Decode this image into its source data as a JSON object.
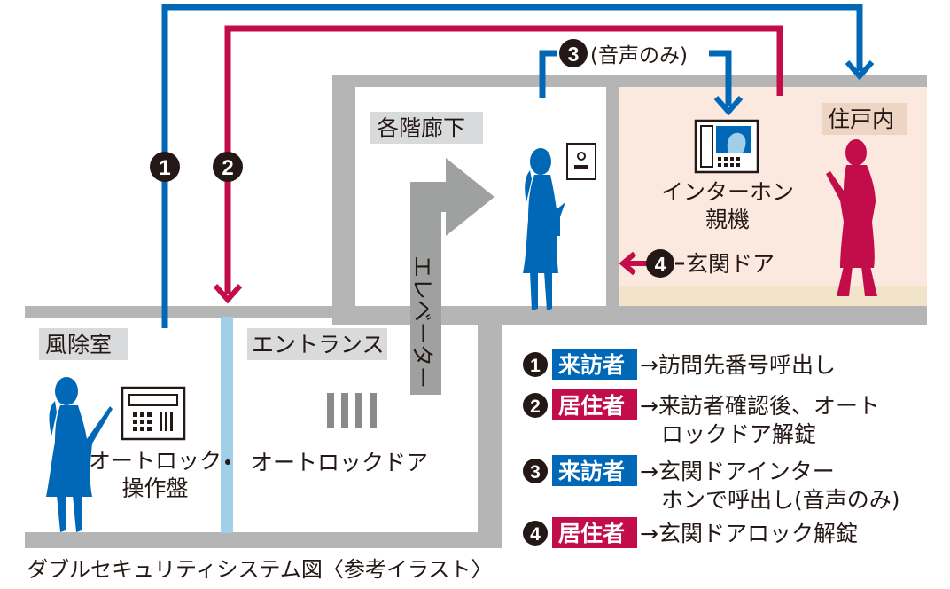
{
  "title": "ダブルセキュリティシステム図〈参考イラスト〉",
  "areas": {
    "vestibule": "風除室",
    "entrance": "エントランス",
    "hallway": "各階廊下",
    "residence": "住戸内"
  },
  "labels": {
    "autolock_panel_line1": "オートロック",
    "autolock_panel_line2": "操作盤",
    "autolock_door": "オートロックドア",
    "elevator": "エレベーター",
    "intercom_line1": "インターホン",
    "intercom_line2": "親機",
    "front_door": "玄関ドア",
    "voice_only": "(音声のみ)"
  },
  "markers": {
    "m1": "1",
    "m2": "2",
    "m3": "3",
    "m4": "4"
  },
  "legend": [
    {
      "num": "1",
      "role": "来訪者",
      "desc": "→訪問先番号呼出し",
      "desc2": ""
    },
    {
      "num": "2",
      "role": "居住者",
      "desc": "→来訪者確認後、オート",
      "desc2": "ロックドア解錠"
    },
    {
      "num": "3",
      "role": "来訪者",
      "desc": "→玄関ドアインター",
      "desc2": "ホンで呼出し(音声のみ)"
    },
    {
      "num": "4",
      "role": "居住者",
      "desc": "→玄関ドアロック解錠",
      "desc2": ""
    }
  ],
  "colors": {
    "visitor_blue": "#0068b7",
    "resident_red": "#c30d4b",
    "wall_gray": "#b5b5b6",
    "elevator_gray": "#9fa0a0",
    "residence_bg": "#fbe9df",
    "label_bg": "#d9dadb",
    "residence_label_bg": "#eed4c2",
    "glass_blue": "#9fd0e8"
  }
}
